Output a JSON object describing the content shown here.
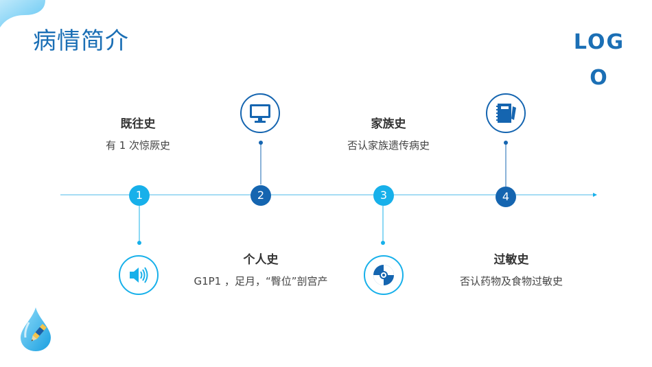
{
  "page": {
    "title": "病情简介",
    "logo": "LOGO"
  },
  "colors": {
    "accent_dark": "#1565b0",
    "accent_light": "#17b0ea",
    "title_blue": "#1b6fb5"
  },
  "timeline": [
    {
      "number": "1",
      "title": "既往史",
      "description": "有 1 次惊厥史",
      "icon": "speaker-icon"
    },
    {
      "number": "2",
      "title": "个人史",
      "description": "G1P1 ，足月，“臀位”剖宫产",
      "icon": "monitor-icon"
    },
    {
      "number": "3",
      "title": "家族史",
      "description": "否认家族遗传病史",
      "icon": "disc-icon"
    },
    {
      "number": "4",
      "title": "过敏史",
      "description": "否认药物及食物过敏史",
      "icon": "notebook-icon"
    }
  ]
}
